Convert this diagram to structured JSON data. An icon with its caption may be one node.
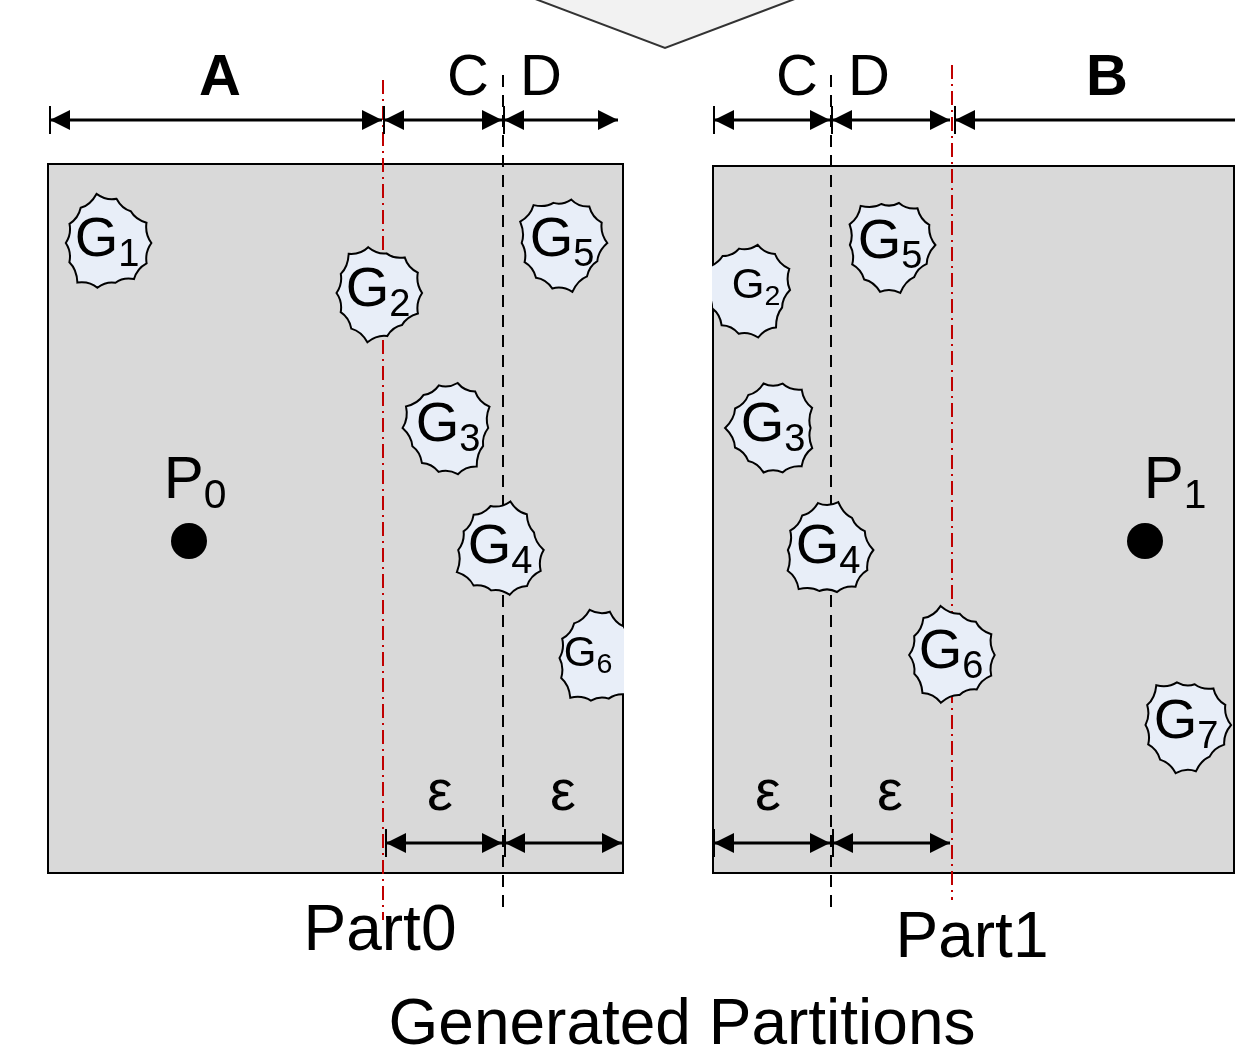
{
  "diagram": {
    "caption": "Generated Partitions",
    "nodes": [
      {
        "text": [
          "Part0"
        ]
      },
      {
        "text": [
          "G$_{1}$"
        ],
        "in": 0
      },
      {
        "text": [
          "G$_{2}$"
        ],
        "in": 0
      },
      {
        "text": [
          "G$_{5}$"
        ],
        "in": 0
      },
      {
        "text": [
          "G$_{3}$"
        ],
        "in": 0
      },
      {
        "text": [],
        "shape": "circle",
        "beside": [
          "P$_{0}$"
        ],
        "in": 0
      },
      {
        "text": [
          "G$_{4}$"
        ],
        "in": 0
      },
      {
        "text": [
          "G$_{6}$"
        ],
        "in": 0
      },
      {
        "text": [
          "Part1"
        ]
      },
      {
        "text": [
          "G$_{5}$"
        ],
        "in": 8
      },
      {
        "text": [
          "G$_{2}$"
        ],
        "in": 8
      },
      {
        "text": [
          "G$_{3}$"
        ],
        "in": 8
      },
      {
        "text": [],
        "shape": "circle",
        "beside": [
          "P$_{1}$"
        ],
        "in": 8
      },
      {
        "text": [
          "G$_{4}$"
        ],
        "in": 8
      },
      {
        "text": [
          "G$_{6}$"
        ],
        "in": 8
      },
      {
        "text": [
          "G$_{7}$"
        ],
        "in": 8
      }
    ],
    "labels": [
      "A",
      "C",
      "D",
      "C",
      "D",
      "B",
      "ε",
      "ε",
      "ε",
      "ε"
    ]
  }
}
